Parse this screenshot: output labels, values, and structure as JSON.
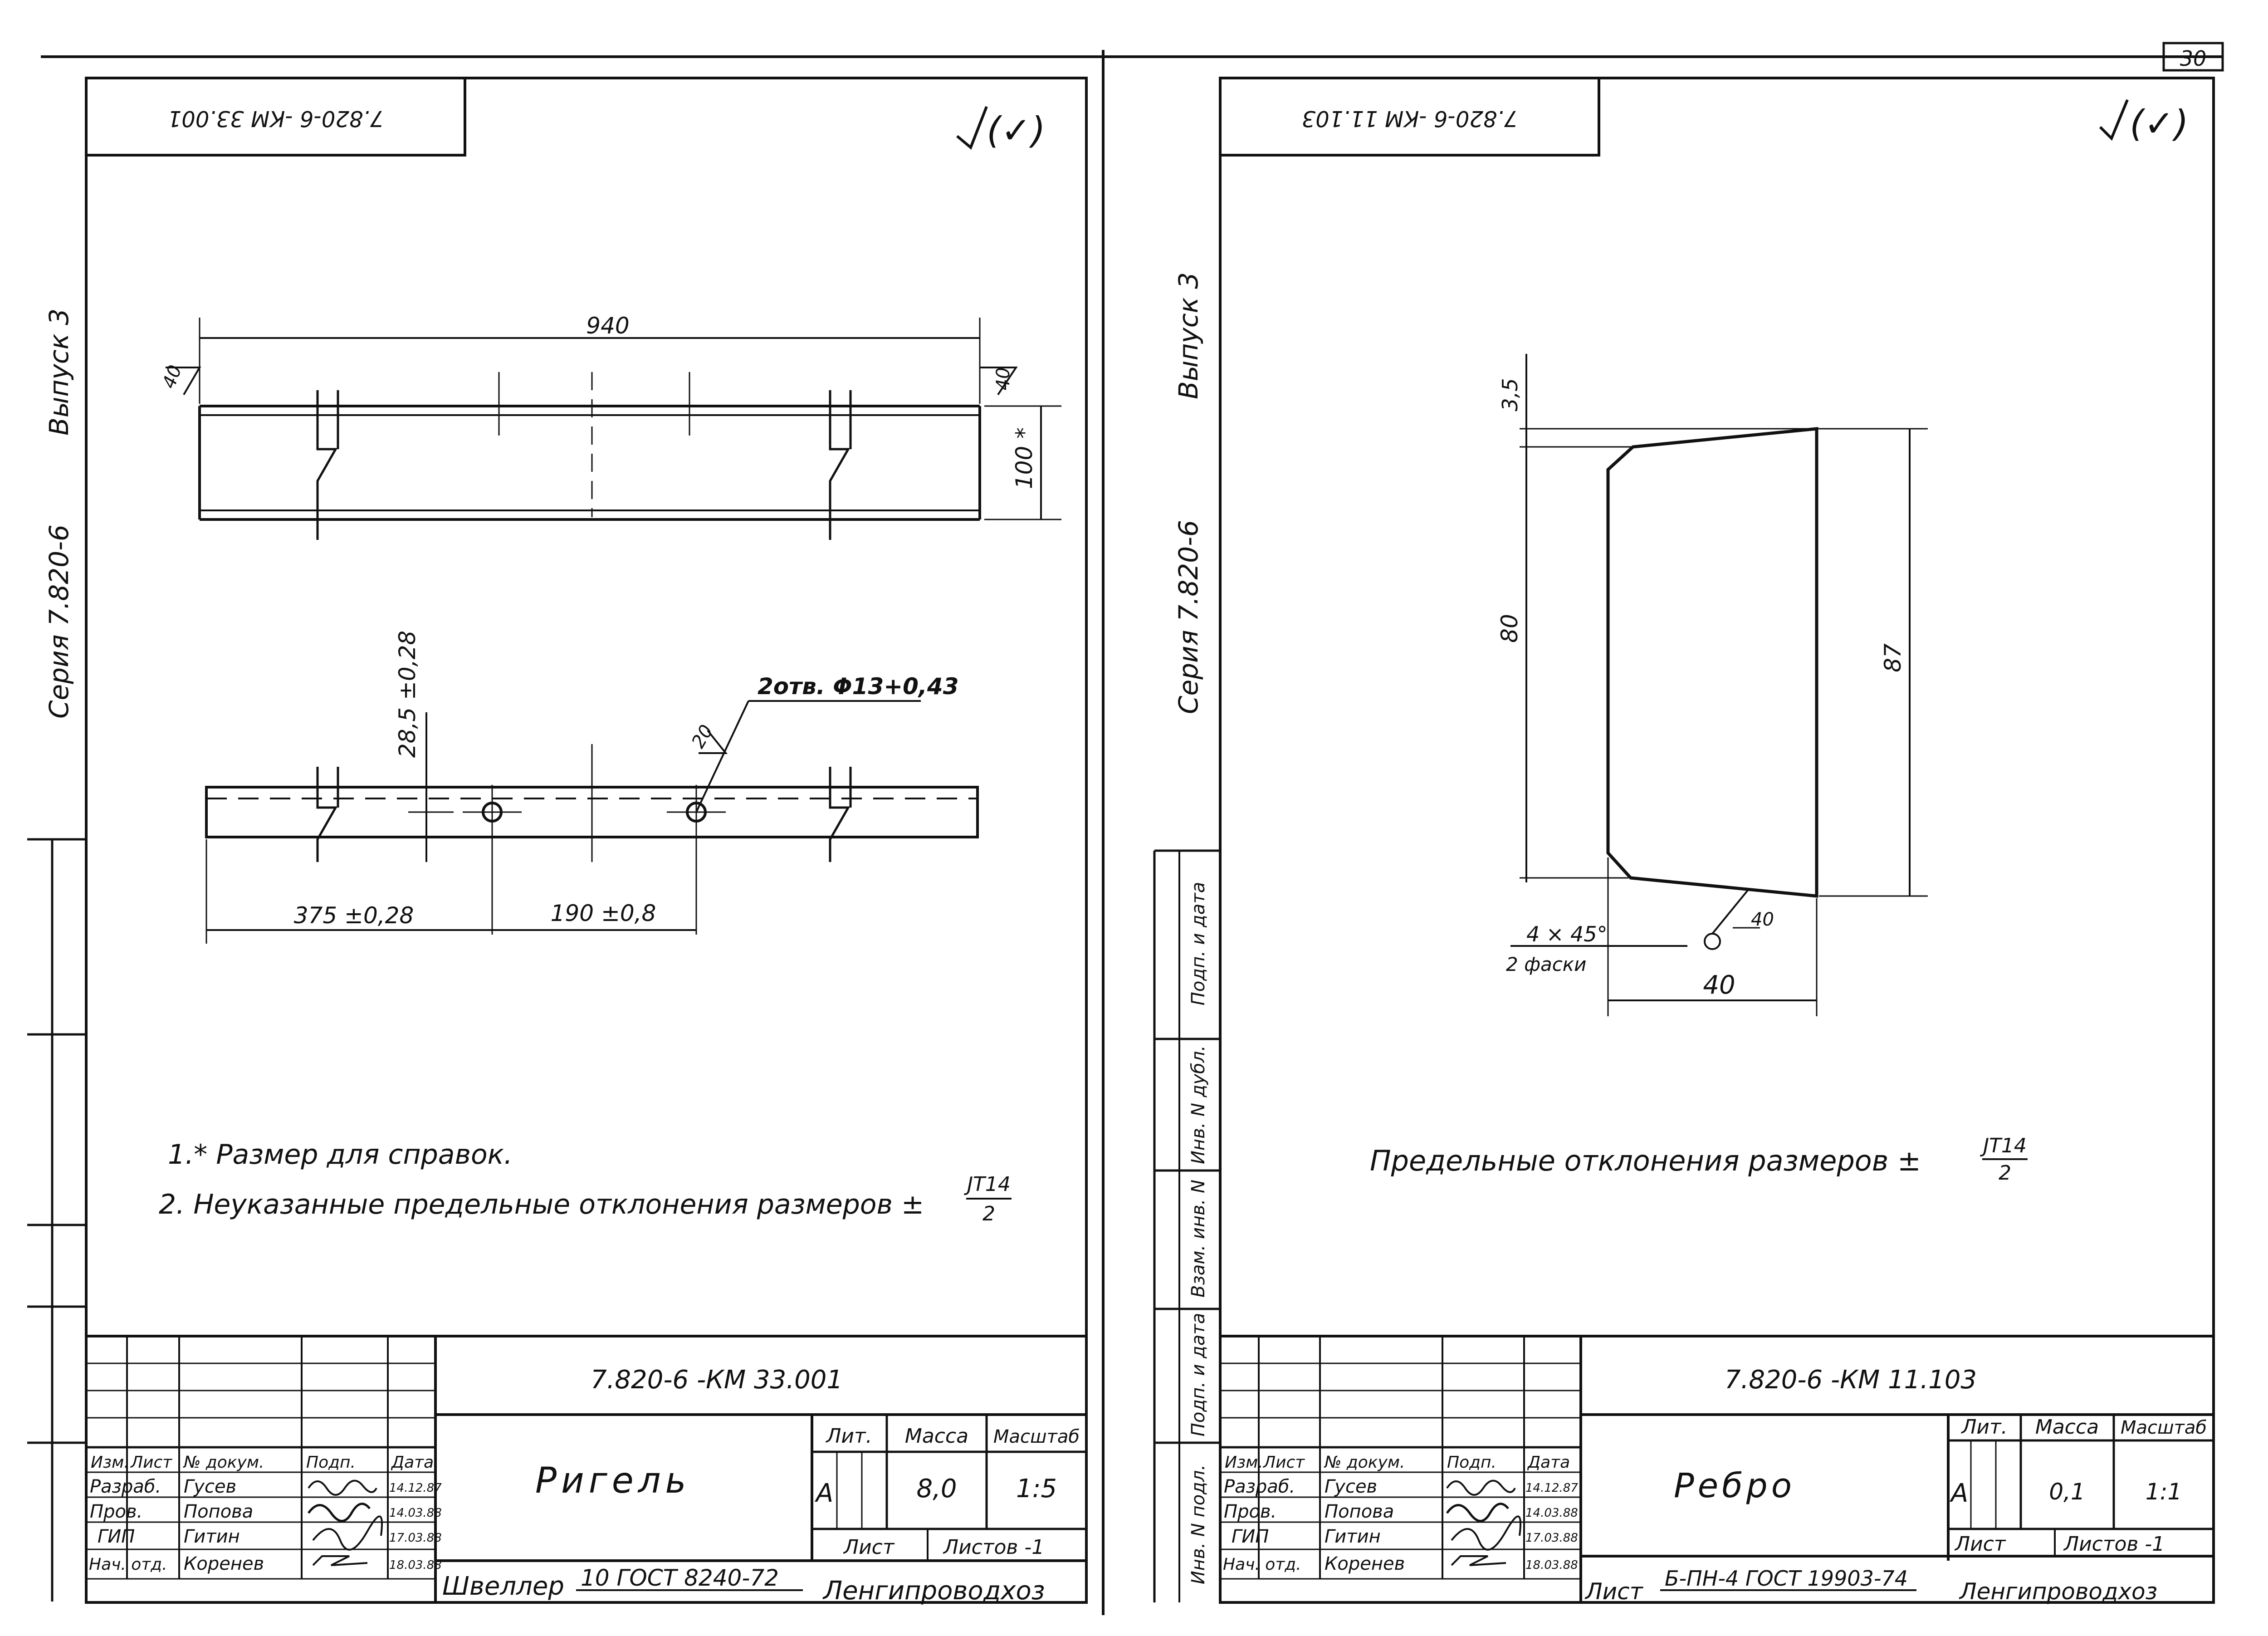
{
  "page_number": "30",
  "left_sheet": {
    "stamp": "7.820-6 -КМ 33.001",
    "surface_mark": "(✓)",
    "side_issue": "Выпуск 3",
    "side_series": "Серия 7.820-6",
    "dim_length": "940",
    "dim_height": "100 *",
    "dim_angle_left": "40",
    "dim_angle_right": "40",
    "dim_vertical": "28,5 ±0,28",
    "hole_note": "2отв. Φ13+0,43",
    "dim_angle_hole": "20",
    "dim_375": "375 ±0,28",
    "dim_190": "190 ±0,8",
    "note_1": "1.* Размер для справок.",
    "note_2": "2. Неуказанные предельные отклонения размеров ±",
    "note_2_num": "JT14",
    "note_2_den": "2",
    "title_block": {
      "doc_code": "7.820-6 -КМ 33.001",
      "name": "Ригель",
      "header_cells": [
        "Изм.",
        "Лист",
        "№ докум.",
        "Подп.",
        "Дата"
      ],
      "rows": [
        {
          "role": "Разраб.",
          "person": "Гусев",
          "date": "14.12.87"
        },
        {
          "role": "Пров.",
          "person": "Попова",
          "date": "14.03.88"
        },
        {
          "role": "ГИП",
          "person": "Гитин",
          "date": "17.03.88"
        },
        {
          "role": "Нач. отд.",
          "person": "Коренев",
          "date": "18.03.88"
        }
      ],
      "lit_label": "Лит.",
      "mass_label": "Масса",
      "scale_label": "Масштаб",
      "lit_value": "А",
      "mass_value": "8,0",
      "scale_value": "1:5",
      "sheet_label": "Лист",
      "sheets_label": "Листов -1",
      "material_prefix": "Швеллер",
      "material_value": "10 ГОСТ 8240-72",
      "organization": "Ленгипроводхоз"
    }
  },
  "right_sheet": {
    "stamp": "7.820-6 -КМ 11.103",
    "surface_mark": "(✓)",
    "side_issue": "Выпуск 3",
    "side_series": "Серия 7.820-6",
    "dim_top": "3,5",
    "dim_80": "80",
    "dim_87": "87",
    "dim_bevel": "40",
    "chamfer_1": "4 × 45°",
    "chamfer_2": "2 фаски",
    "dim_width": "40",
    "tolerance_note": "Предельные отклонения размеров ±",
    "tolerance_num": "JT14",
    "tolerance_den": "2",
    "side_stamp_cells": [
      "Подп. и дата",
      "Инв. N дубл.",
      "Взам. инв. N",
      "Подп. и дата",
      "Инв. N подл."
    ],
    "title_block": {
      "doc_code": "7.820-6 -КМ 11.103",
      "name": "Ребро",
      "header_cells": [
        "Изм.",
        "Лист",
        "№ докум.",
        "Подп.",
        "Дата"
      ],
      "rows": [
        {
          "role": "Разраб.",
          "person": "Гусев",
          "date": "14.12.87"
        },
        {
          "role": "Пров.",
          "person": "Попова",
          "date": "14.03.88"
        },
        {
          "role": "ГИП",
          "person": "Гитин",
          "date": "17.03.88"
        },
        {
          "role": "Нач. отд.",
          "person": "Коренев",
          "date": "18.03.88"
        }
      ],
      "lit_label": "Лит.",
      "mass_label": "Масса",
      "scale_label": "Масштаб",
      "lit_value": "А",
      "mass_value": "0,1",
      "scale_value": "1:1",
      "sheet_label": "Лист",
      "sheets_label": "Листов -1",
      "material_prefix": "Лист",
      "material_value": "Б-ПН-4 ГОСТ 19903-74",
      "organization": "Ленгипроводхоз"
    }
  }
}
